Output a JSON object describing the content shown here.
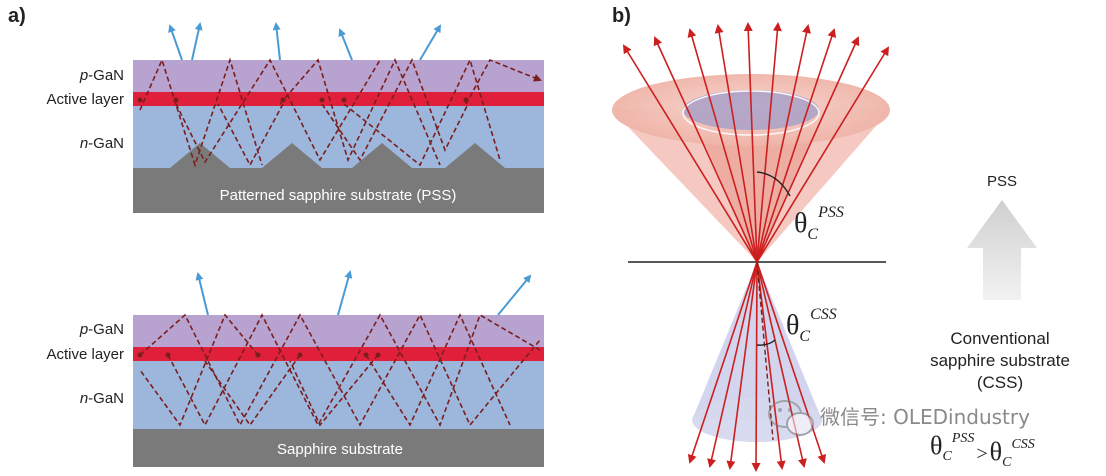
{
  "panel_a": {
    "label": "a)",
    "top": {
      "layers": {
        "p": "p",
        "p_rest": "-GaN",
        "active": "Active layer",
        "n": "n",
        "n_rest": "-GaN"
      },
      "substrate": "Patterned sapphire substrate (PSS)"
    },
    "bottom": {
      "layers": {
        "p": "p",
        "p_rest": "-GaN",
        "active": "Active layer",
        "n": "n",
        "n_rest": "-GaN"
      },
      "substrate": "Sapphire substrate"
    }
  },
  "panel_b": {
    "label": "b)",
    "theta_pss": {
      "symbol": "θ",
      "sub": "C",
      "sup": "PSS"
    },
    "theta_css": {
      "symbol": "θ",
      "sub": "C",
      "sup": "CSS"
    },
    "arrow_label": "PSS",
    "conventional_lines": [
      "Conventional",
      "sapphire substrate",
      "(CSS)"
    ],
    "comparison": {
      "sym": "θ",
      "sub": "C",
      "sup1": "PSS",
      "op": ">",
      "sup2": "CSS"
    }
  },
  "watermark": {
    "text": "微信号: OLEDindustry",
    "icon": "wechat-icon"
  },
  "colors": {
    "p_gan": "#b8a2cf",
    "active_layer": "#e0203a",
    "n_gan": "#9db6dc",
    "substrate": "#7a7a7a",
    "ray_dashed": "#7a1e1e",
    "escape_arrow": "#4a9ad4",
    "cone_pss": "#f2b7ad",
    "cone_css": "#c7cbe8",
    "ray_red": "#cc1f1f"
  }
}
